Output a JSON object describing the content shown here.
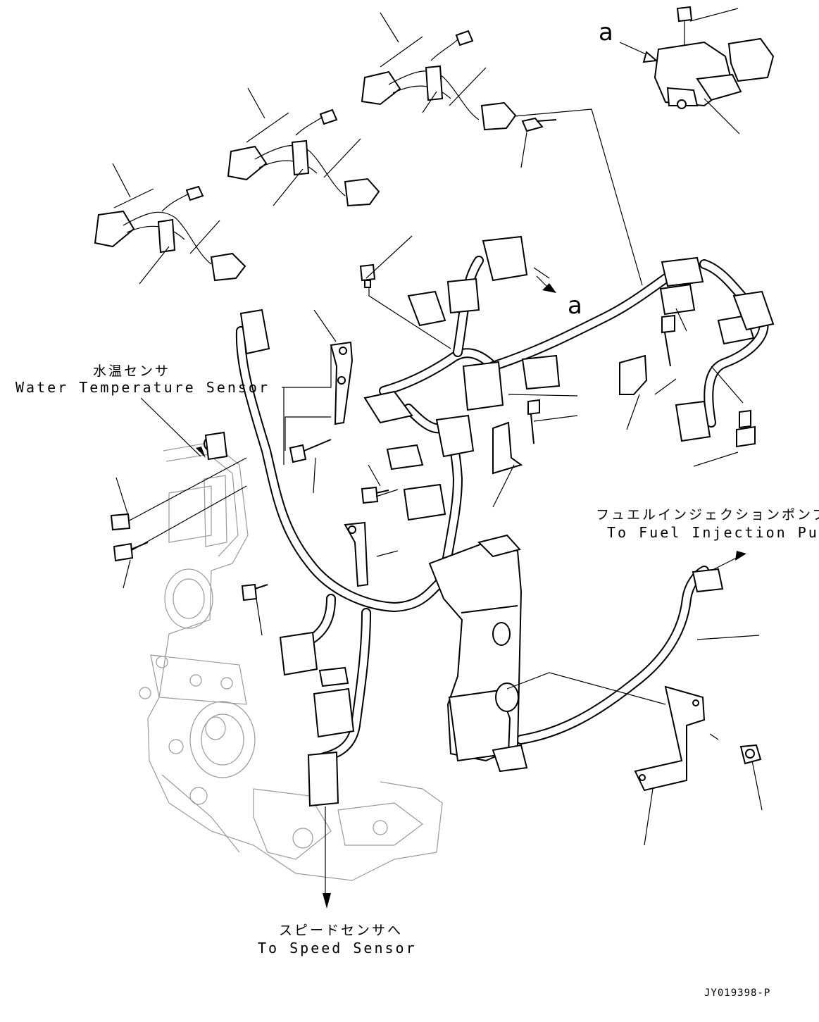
{
  "callouts": {
    "a_top": "a",
    "a_mid": "a"
  },
  "labels": {
    "water_temp_jp": "水温センサ",
    "water_temp_en": "Water Temperature Sensor",
    "fuel_pump_jp": "フュエルインジェクションポンプへ",
    "fuel_pump_en": "To Fuel Injection Pump",
    "speed_sensor_jp": "スピードセンサへ",
    "speed_sensor_en": "To Speed Sensor",
    "drawing_code": "JY019398-P"
  }
}
